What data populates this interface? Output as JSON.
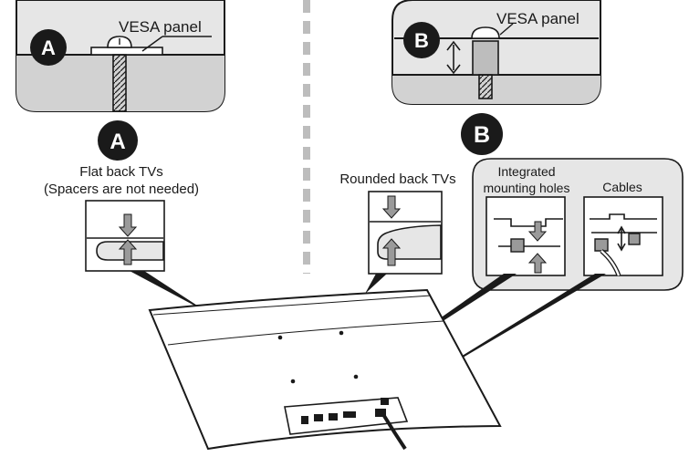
{
  "callout_a": {
    "badge": "A",
    "vesa_label": "VESA panel"
  },
  "callout_b": {
    "badge": "B",
    "vesa_label": "VESA panel"
  },
  "section_a": {
    "badge": "A",
    "title_line1": "Flat back TVs",
    "title_line2": "(Spacers are not needed)"
  },
  "section_b": {
    "badge": "B",
    "rounded_title": "Rounded back TVs",
    "integrated_line1": "Integrated",
    "integrated_line2": "mounting holes",
    "cables_label": "Cables"
  },
  "colors": {
    "badge_fill": "#1a1a1a",
    "panel_fill": "#e6e6e6",
    "arrow_fill": "#9a9a9a",
    "divider": "#bdbdbd",
    "line": "#1a1a1a"
  }
}
